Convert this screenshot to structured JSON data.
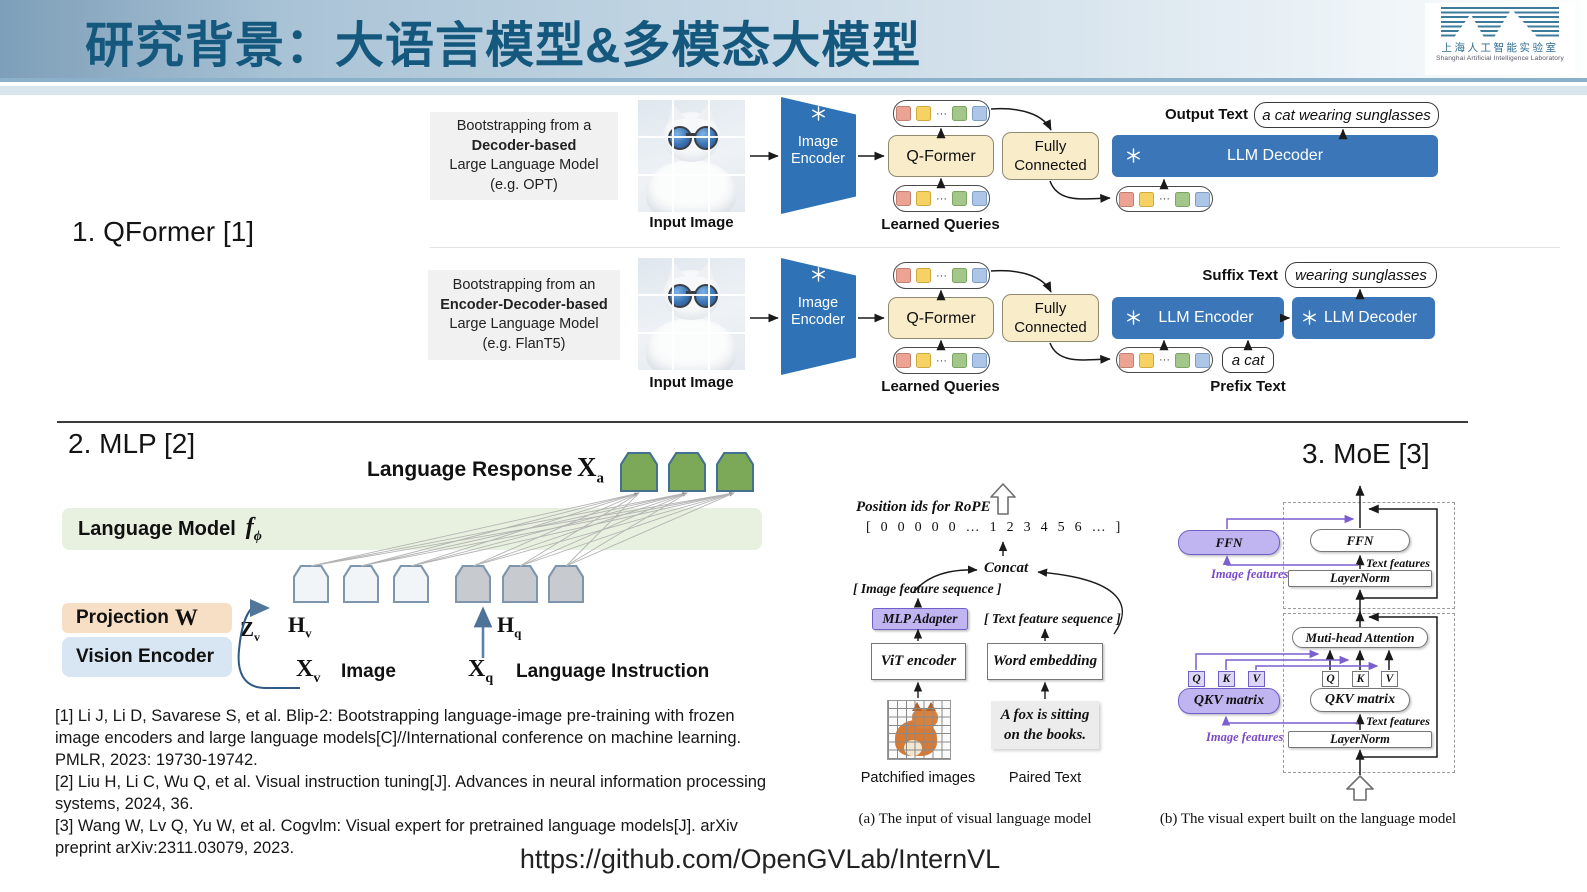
{
  "header": {
    "title": "研究背景：大语言模型&多模态大模型",
    "logo_cn": "上海人工智能实验室",
    "logo_en": "Shanghai Artificial Intelligence Laboratory"
  },
  "sections": {
    "qformer": "1. QFormer [1]",
    "mlp": "2. MLP [2]",
    "moe": "3. MoE [3]"
  },
  "tokens": {
    "dots": "···"
  },
  "blip2": {
    "row1": {
      "desc1": "Bootstrapping from a",
      "desc2": "Decoder-based",
      "desc3": "Large Language Model",
      "desc4": "(e.g. OPT)",
      "input_image": "Input Image",
      "image_encoder": "Image Encoder",
      "qformer": "Q-Former",
      "learned": "Learned Queries",
      "fc1": "Fully",
      "fc2": "Connected",
      "llm_decoder": "LLM Decoder",
      "out_label": "Output Text",
      "out_value": "a cat wearing sunglasses"
    },
    "row2": {
      "desc1": "Bootstrapping from an",
      "desc2": "Encoder-Decoder-based",
      "desc3": "Large Language Model",
      "desc4": "(e.g. FlanT5)",
      "input_image": "Input Image",
      "image_encoder": "Image Encoder",
      "qformer": "Q-Former",
      "learned": "Learned Queries",
      "fc1": "Fully",
      "fc2": "Connected",
      "llm_encoder": "LLM Encoder",
      "llm_decoder": "LLM Decoder",
      "suffix_label": "Suffix Text",
      "suffix_value": "wearing sunglasses",
      "prefix_label": "Prefix Text",
      "prefix_value": "a cat"
    }
  },
  "llava": {
    "response_label": "Language Response",
    "x": "X",
    "a_sub": "a",
    "model_label": "Language Model",
    "f": "f",
    "phi_sub": "ϕ",
    "projection": "Projection",
    "w": "W",
    "vision": "Vision Encoder",
    "z": "Z",
    "v_sub": "v",
    "h": "H",
    "q_sub": "q",
    "image": "Image",
    "instruction": "Language Instruction"
  },
  "cog_a": {
    "rope": "Position ids for RoPE",
    "ids": "[  0  0  0  0  0  …  1  2  3  4  5  6  …  ]",
    "concat": "Concat",
    "img_seq": "[ Image feature sequence ]",
    "adapter": "MLP Adapter",
    "txt_seq": "[ Text  feature sequence ]",
    "vit": "ViT encoder",
    "embed": "Word embedding",
    "fox1": "A fox is sitting",
    "fox2": "on the books.",
    "patchified": "Patchified images",
    "paired": "Paired Text",
    "caption": "(a) The input of visual language model"
  },
  "cog_b": {
    "ffn": "FFN",
    "text_features": "Text features",
    "layernorm": "LayerNorm",
    "image_features": "Image features",
    "mha": "Muti-head Attention",
    "q": "Q",
    "k": "K",
    "v": "V",
    "qkv": "QKV matrix",
    "caption": "(b) The visual expert built on the language model"
  },
  "references": {
    "lines": [
      "[1] Li J, Li D, Savarese S, et al. Blip-2: Bootstrapping language-image pre-training with frozen",
      "image encoders and large language models[C]//International conference on machine learning.",
      "PMLR, 2023: 19730-19742.",
      "[2] Liu H, Li C, Wu Q, et al. Visual instruction tuning[J]. Advances in neural information processing",
      "systems, 2024, 36.",
      "[3] Wang W, Lv Q, Yu W, et al. Cogvlm: Visual expert for pretrained language models[J]. arXiv",
      "preprint arXiv:2311.03079, 2023."
    ]
  },
  "footer": {
    "url": "https://github.com/OpenGVLab/InternVL"
  },
  "colors": {
    "accent_blue": "#2f72b5",
    "cream": "#f9ecc8",
    "lavender": "#c0b5f0",
    "purple_text": "#7b49c9",
    "band_green": "#e8f1df",
    "token_green": "#7ca958"
  }
}
